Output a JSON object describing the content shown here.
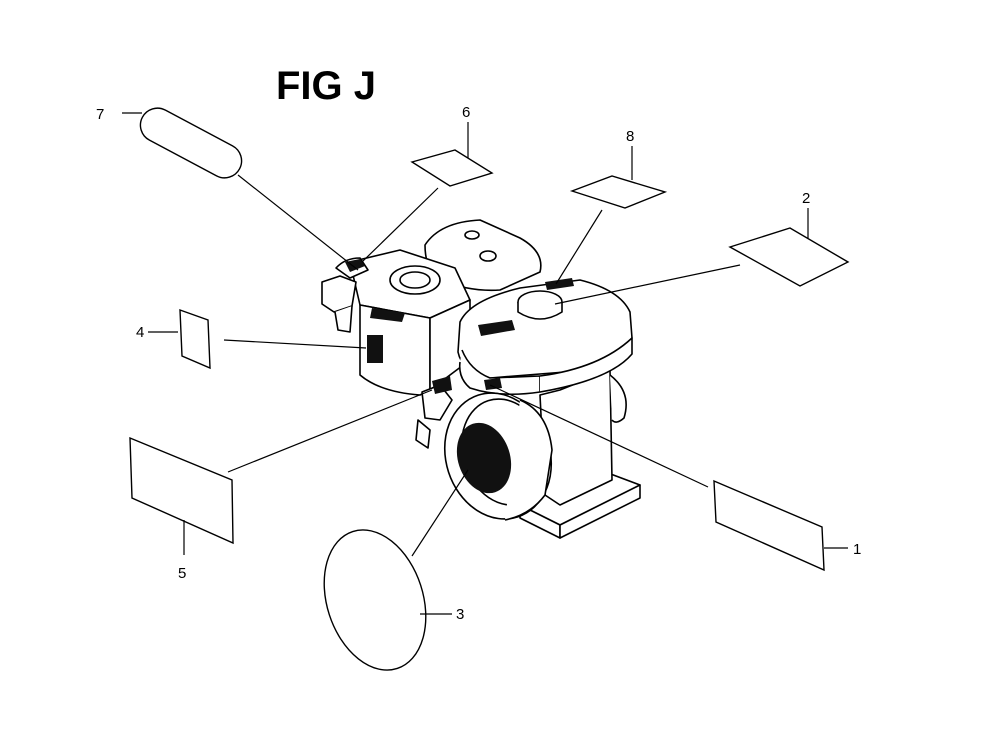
{
  "figure": {
    "title": "FIG J"
  },
  "callouts": [
    {
      "id": "label-1",
      "number": "1"
    },
    {
      "id": "label-2",
      "number": "2"
    },
    {
      "id": "label-3",
      "number": "3"
    },
    {
      "id": "label-4",
      "number": "4"
    },
    {
      "id": "label-5",
      "number": "5"
    },
    {
      "id": "label-6",
      "number": "6"
    },
    {
      "id": "label-7",
      "number": "7"
    },
    {
      "id": "label-8",
      "number": "8"
    }
  ],
  "colors": {
    "line": "#000000",
    "background": "#ffffff",
    "decal_fill": "#111111"
  }
}
